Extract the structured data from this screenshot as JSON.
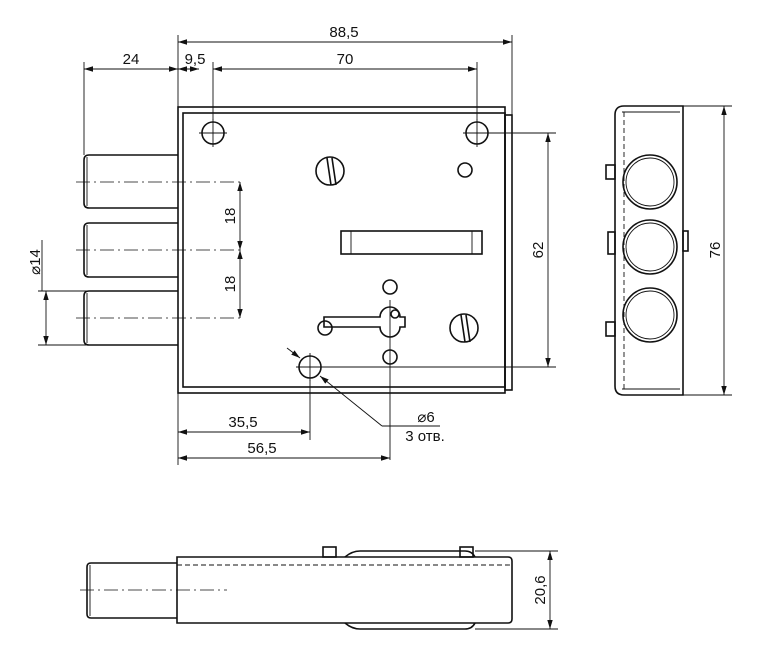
{
  "title": "Lock dimensional drawing",
  "dimensions": {
    "overall_width": "88,5",
    "bolt_projection": "24",
    "hole_offset": "9,5",
    "hole_spacing": "70",
    "bolt_pitch_1": "18",
    "bolt_pitch_2": "18",
    "bolt_diameter": "⌀14",
    "hole_vertical": "62",
    "hole_offset_bottom": "35,5",
    "key_offset": "56,5",
    "hole_diameter": "⌀6",
    "hole_count": "3 отв.",
    "side_height": "76",
    "thickness": "20,6"
  }
}
